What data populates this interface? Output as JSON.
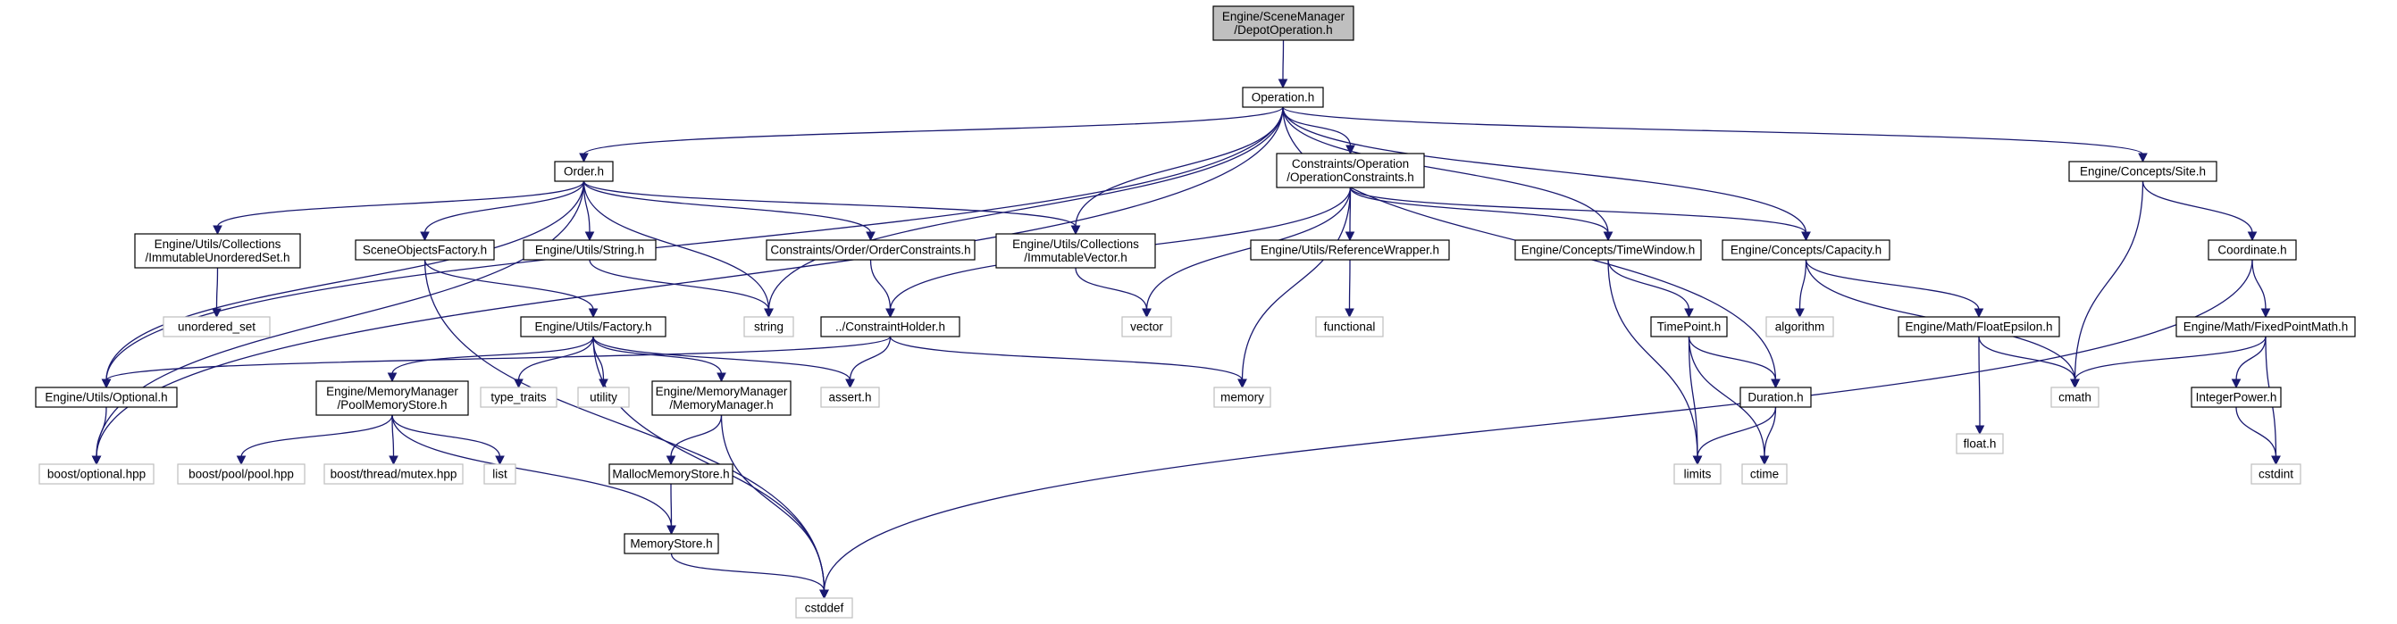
{
  "diagram": {
    "nodes": [
      {
        "id": "depot",
        "kind": "root",
        "lines": [
          "Engine/SceneManager",
          "/DepotOperation.h"
        ]
      },
      {
        "id": "operation",
        "kind": "local",
        "lines": [
          "Operation.h"
        ]
      },
      {
        "id": "order",
        "kind": "local",
        "lines": [
          "Order.h"
        ]
      },
      {
        "id": "opconstraints",
        "kind": "local",
        "lines": [
          "Constraints/Operation",
          "/OperationConstraints.h"
        ]
      },
      {
        "id": "site",
        "kind": "local",
        "lines": [
          "Engine/Concepts/Site.h"
        ]
      },
      {
        "id": "unorderedset_h",
        "kind": "local",
        "lines": [
          "Engine/Utils/Collections",
          "/ImmutableUnorderedSet.h"
        ]
      },
      {
        "id": "sceneobjects",
        "kind": "local",
        "lines": [
          "SceneObjectsFactory.h"
        ]
      },
      {
        "id": "string_h",
        "kind": "local",
        "lines": [
          "Engine/Utils/String.h"
        ]
      },
      {
        "id": "orderconstraints",
        "kind": "local",
        "lines": [
          "Constraints/Order/OrderConstraints.h"
        ]
      },
      {
        "id": "immvector",
        "kind": "local",
        "lines": [
          "Engine/Utils/Collections",
          "/ImmutableVector.h"
        ]
      },
      {
        "id": "refwrapper",
        "kind": "local",
        "lines": [
          "Engine/Utils/ReferenceWrapper.h"
        ]
      },
      {
        "id": "timewindow",
        "kind": "local",
        "lines": [
          "Engine/Concepts/TimeWindow.h"
        ]
      },
      {
        "id": "capacity",
        "kind": "local",
        "lines": [
          "Engine/Concepts/Capacity.h"
        ]
      },
      {
        "id": "coordinate",
        "kind": "local",
        "lines": [
          "Coordinate.h"
        ]
      },
      {
        "id": "unordered_set",
        "kind": "system",
        "lines": [
          "unordered_set"
        ]
      },
      {
        "id": "string",
        "kind": "system",
        "lines": [
          "string"
        ]
      },
      {
        "id": "vector",
        "kind": "system",
        "lines": [
          "vector"
        ]
      },
      {
        "id": "functional",
        "kind": "system",
        "lines": [
          "functional"
        ]
      },
      {
        "id": "algorithm",
        "kind": "system",
        "lines": [
          "algorithm"
        ]
      },
      {
        "id": "factory",
        "kind": "local",
        "lines": [
          "Engine/Utils/Factory.h"
        ]
      },
      {
        "id": "constraintholder",
        "kind": "local",
        "lines": [
          "../ConstraintHolder.h"
        ]
      },
      {
        "id": "timepoint",
        "kind": "local",
        "lines": [
          "TimePoint.h"
        ]
      },
      {
        "id": "floatepsilon",
        "kind": "local",
        "lines": [
          "Engine/Math/FloatEpsilon.h"
        ]
      },
      {
        "id": "fixedpoint",
        "kind": "local",
        "lines": [
          "Engine/Math/FixedPointMath.h"
        ]
      },
      {
        "id": "optional_h",
        "kind": "local",
        "lines": [
          "Engine/Utils/Optional.h"
        ]
      },
      {
        "id": "poolstore",
        "kind": "local",
        "lines": [
          "Engine/MemoryManager",
          "/PoolMemoryStore.h"
        ]
      },
      {
        "id": "type_traits",
        "kind": "system",
        "lines": [
          "type_traits"
        ]
      },
      {
        "id": "utility",
        "kind": "system",
        "lines": [
          "utility"
        ]
      },
      {
        "id": "memorymanager",
        "kind": "local",
        "lines": [
          "Engine/MemoryManager",
          "/MemoryManager.h"
        ]
      },
      {
        "id": "assert",
        "kind": "system",
        "lines": [
          "assert.h"
        ]
      },
      {
        "id": "memory",
        "kind": "system",
        "lines": [
          "memory"
        ]
      },
      {
        "id": "duration",
        "kind": "local",
        "lines": [
          "Duration.h"
        ]
      },
      {
        "id": "float_h",
        "kind": "system",
        "lines": [
          "float.h"
        ]
      },
      {
        "id": "cmath",
        "kind": "system",
        "lines": [
          "cmath"
        ]
      },
      {
        "id": "integerpower",
        "kind": "local",
        "lines": [
          "IntegerPower.h"
        ]
      },
      {
        "id": "boost_optional",
        "kind": "system",
        "lines": [
          "boost/optional.hpp"
        ]
      },
      {
        "id": "boost_pool",
        "kind": "system",
        "lines": [
          "boost/pool/pool.hpp"
        ]
      },
      {
        "id": "boost_mutex",
        "kind": "system",
        "lines": [
          "boost/thread/mutex.hpp"
        ]
      },
      {
        "id": "list",
        "kind": "system",
        "lines": [
          "list"
        ]
      },
      {
        "id": "mallocstore",
        "kind": "local",
        "lines": [
          "MallocMemoryStore.h"
        ]
      },
      {
        "id": "limits",
        "kind": "system",
        "lines": [
          "limits"
        ]
      },
      {
        "id": "ctime",
        "kind": "system",
        "lines": [
          "ctime"
        ]
      },
      {
        "id": "cstdint",
        "kind": "system",
        "lines": [
          "cstdint"
        ]
      },
      {
        "id": "memorystore",
        "kind": "local",
        "lines": [
          "MemoryStore.h"
        ]
      },
      {
        "id": "cstddef",
        "kind": "system",
        "lines": [
          "cstddef"
        ]
      }
    ],
    "edges": [
      [
        "depot",
        "operation"
      ],
      [
        "operation",
        "order"
      ],
      [
        "operation",
        "opconstraints"
      ],
      [
        "operation",
        "site"
      ],
      [
        "operation",
        "string"
      ],
      [
        "operation",
        "immvector"
      ],
      [
        "operation",
        "timewindow"
      ],
      [
        "operation",
        "capacity"
      ],
      [
        "operation",
        "optional_h"
      ],
      [
        "operation",
        "duration"
      ],
      [
        "operation",
        "boost_optional"
      ],
      [
        "order",
        "unorderedset_h"
      ],
      [
        "order",
        "sceneobjects"
      ],
      [
        "order",
        "string_h"
      ],
      [
        "order",
        "orderconstraints"
      ],
      [
        "order",
        "immvector"
      ],
      [
        "order",
        "string"
      ],
      [
        "order",
        "optional_h"
      ],
      [
        "order",
        "boost_optional"
      ],
      [
        "opconstraints",
        "refwrapper"
      ],
      [
        "opconstraints",
        "timewindow"
      ],
      [
        "opconstraints",
        "capacity"
      ],
      [
        "opconstraints",
        "vector"
      ],
      [
        "opconstraints",
        "constraintholder"
      ],
      [
        "opconstraints",
        "memory"
      ],
      [
        "site",
        "coordinate"
      ],
      [
        "site",
        "cmath"
      ],
      [
        "unorderedset_h",
        "unordered_set"
      ],
      [
        "sceneobjects",
        "factory"
      ],
      [
        "sceneobjects",
        "cstddef"
      ],
      [
        "string_h",
        "string"
      ],
      [
        "orderconstraints",
        "constraintholder"
      ],
      [
        "immvector",
        "vector"
      ],
      [
        "refwrapper",
        "functional"
      ],
      [
        "timewindow",
        "timepoint"
      ],
      [
        "timewindow",
        "limits"
      ],
      [
        "capacity",
        "algorithm"
      ],
      [
        "capacity",
        "floatepsilon"
      ],
      [
        "capacity",
        "cmath"
      ],
      [
        "coordinate",
        "fixedpoint"
      ],
      [
        "coordinate",
        "cstddef"
      ],
      [
        "factory",
        "poolstore"
      ],
      [
        "factory",
        "type_traits"
      ],
      [
        "factory",
        "utility"
      ],
      [
        "factory",
        "memorymanager"
      ],
      [
        "factory",
        "assert"
      ],
      [
        "factory",
        "cstddef"
      ],
      [
        "constraintholder",
        "optional_h"
      ],
      [
        "constraintholder",
        "assert"
      ],
      [
        "constraintholder",
        "memory"
      ],
      [
        "timepoint",
        "duration"
      ],
      [
        "timepoint",
        "limits"
      ],
      [
        "timepoint",
        "ctime"
      ],
      [
        "floatepsilon",
        "float_h"
      ],
      [
        "floatepsilon",
        "cmath"
      ],
      [
        "fixedpoint",
        "cmath"
      ],
      [
        "fixedpoint",
        "integerpower"
      ],
      [
        "fixedpoint",
        "cstdint"
      ],
      [
        "optional_h",
        "boost_optional"
      ],
      [
        "poolstore",
        "boost_pool"
      ],
      [
        "poolstore",
        "boost_mutex"
      ],
      [
        "poolstore",
        "list"
      ],
      [
        "poolstore",
        "memorystore"
      ],
      [
        "memorymanager",
        "mallocstore"
      ],
      [
        "memorymanager",
        "cstddef"
      ],
      [
        "duration",
        "limits"
      ],
      [
        "duration",
        "ctime"
      ],
      [
        "integerpower",
        "cstdint"
      ],
      [
        "mallocstore",
        "memorystore"
      ],
      [
        "memorystore",
        "cstddef"
      ]
    ],
    "colors": {
      "edge": "#191970",
      "root_fill": "#bfbfbf",
      "local_border": "#000000",
      "system_border": "#bfbfbf"
    }
  }
}
